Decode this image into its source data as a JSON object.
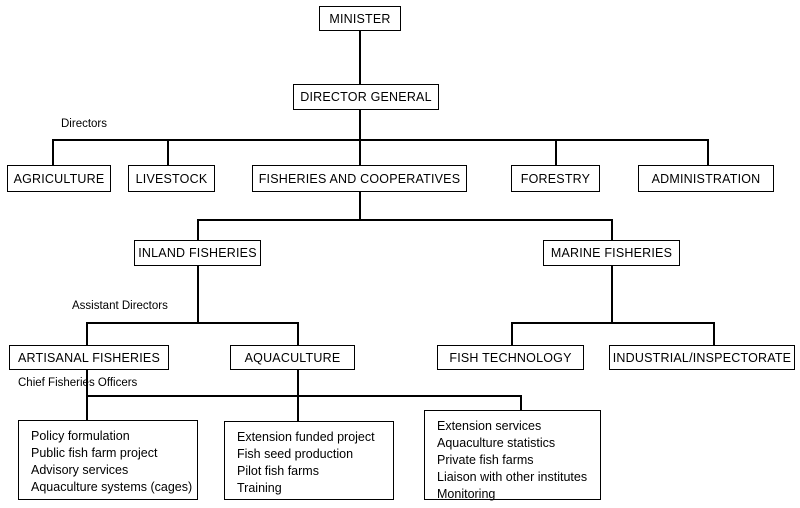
{
  "diagram": {
    "title": "Fisheries department organizational chart",
    "captions": [
      {
        "id": "directors",
        "text": "Directors"
      },
      {
        "id": "assistant-directors",
        "text": "Assistant Directors"
      },
      {
        "id": "chief-fisheries-officers",
        "text": "Chief Fisheries Officers"
      }
    ],
    "nodes": [
      {
        "id": "minister",
        "label": "MINISTER"
      },
      {
        "id": "director-general",
        "label": "DIRECTOR GENERAL"
      },
      {
        "id": "agriculture",
        "label": "AGRICULTURE"
      },
      {
        "id": "livestock",
        "label": "LIVESTOCK"
      },
      {
        "id": "fisheries-and-cooperatives",
        "label": "FISHERIES AND COOPERATIVES"
      },
      {
        "id": "forestry",
        "label": "FORESTRY"
      },
      {
        "id": "administration",
        "label": "ADMINISTRATION"
      },
      {
        "id": "inland-fisheries",
        "label": "INLAND FISHERIES"
      },
      {
        "id": "marine-fisheries",
        "label": "MARINE FISHERIES"
      },
      {
        "id": "artisanal-fisheries",
        "label": "ARTISANAL FISHERIES"
      },
      {
        "id": "aquaculture",
        "label": "AQUACULTURE"
      },
      {
        "id": "fish-technology",
        "label": "FISH TECHNOLOGY"
      },
      {
        "id": "industrial-inspectorate",
        "label": "INDUSTRIAL/INSPECTORATE"
      }
    ],
    "lists": [
      {
        "id": "artisanal-fisheries-tasks",
        "items": [
          "Policy formulation",
          "Public fish farm project",
          "Advisory services",
          "Aquaculture systems (cages)"
        ]
      },
      {
        "id": "aquaculture-tasks",
        "items": [
          "Extension funded project",
          "Fish seed production",
          "Pilot fish farms",
          "Training"
        ]
      },
      {
        "id": "marine-tasks",
        "items": [
          "Extension services",
          "Aquaculture statistics",
          "Private fish farms",
          "Liaison with other institutes",
          "Monitoring"
        ]
      }
    ]
  }
}
